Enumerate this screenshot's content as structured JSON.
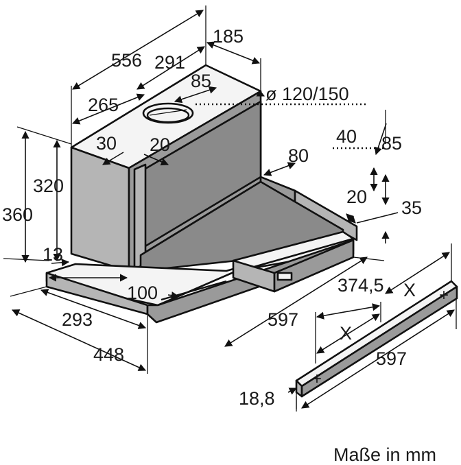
{
  "dimensions": {
    "d556": "556",
    "d291": "291",
    "d185": "185",
    "d265": "265",
    "d85_top": "85",
    "d_duct": "ø 120/150",
    "d40": "40",
    "d85_right": "85",
    "d80": "80",
    "d30": "30",
    "d20_left": "20",
    "d320": "320",
    "d360": "360",
    "d20_right": "20",
    "d35": "35",
    "d13": "13",
    "d100": "100",
    "d374_5": "374,5",
    "dX_upper": "X",
    "dX_lower": "X",
    "d293": "293",
    "d597_main": "597",
    "d448": "448",
    "d597_panel": "597",
    "d18_8": "18,8"
  },
  "units_note": "Maße in mm",
  "panel_signs": [
    "+",
    "+"
  ]
}
